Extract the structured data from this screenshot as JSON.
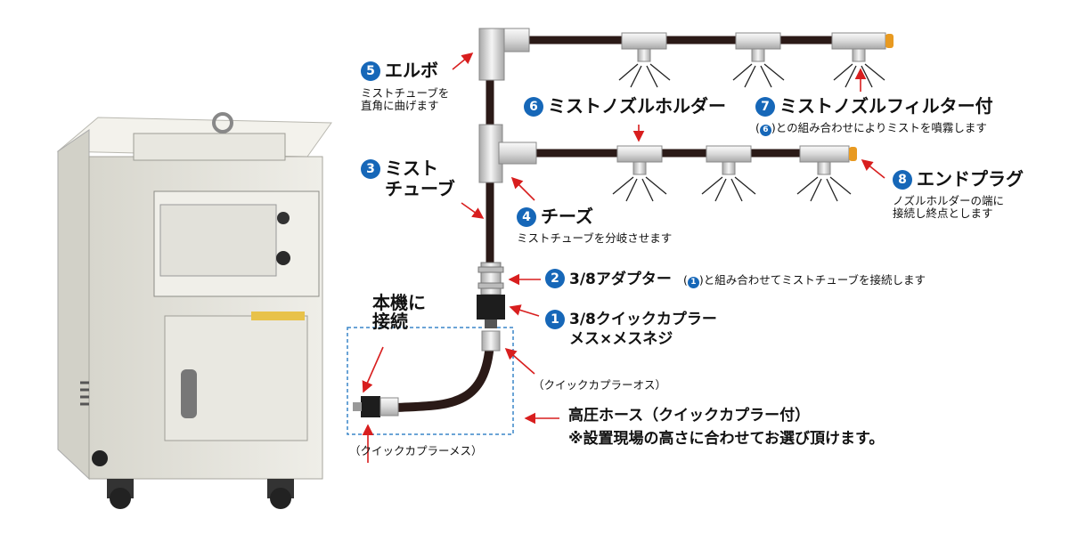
{
  "colors": {
    "badge": "#1667b8",
    "arrow": "#d81e1e",
    "tube": "#2b1a17",
    "machine": "#ecebe3",
    "dashed": "#3a86c8"
  },
  "parts": [
    {
      "num": "5",
      "name": "エルボ",
      "desc": "ミストチューブを\n直角に曲げます"
    },
    {
      "num": "6",
      "name": "ミストノズルホルダー"
    },
    {
      "num": "7",
      "name": "ミストノズルフィルター付",
      "ref": "6",
      "desc": ")との組み合わせによりミストを噴霧します"
    },
    {
      "num": "3",
      "name": "ミスト\nチューブ"
    },
    {
      "num": "8",
      "name": "エンドプラグ",
      "desc": "ノズルホルダーの端に\n接続し終点とします"
    },
    {
      "num": "4",
      "name": "チーズ",
      "desc": "ミストチューブを分岐させます"
    },
    {
      "num": "2",
      "name": "3/8アダプター",
      "ref": "1",
      "desc": ")と組み合わせてミストチューブを接続します"
    },
    {
      "num": "1",
      "name": "3/8クイックカプラー\nメス×メスネジ"
    }
  ],
  "labels": {
    "machine_connect": "本機に\n接続",
    "coupler_male": "（クイックカプラーオス）",
    "coupler_female": "（クイックカプラーメス）",
    "hose": "高圧ホース（クイックカプラー付）",
    "hose_note": "※設置現場の高さに合わせてお選び頂けます。"
  }
}
